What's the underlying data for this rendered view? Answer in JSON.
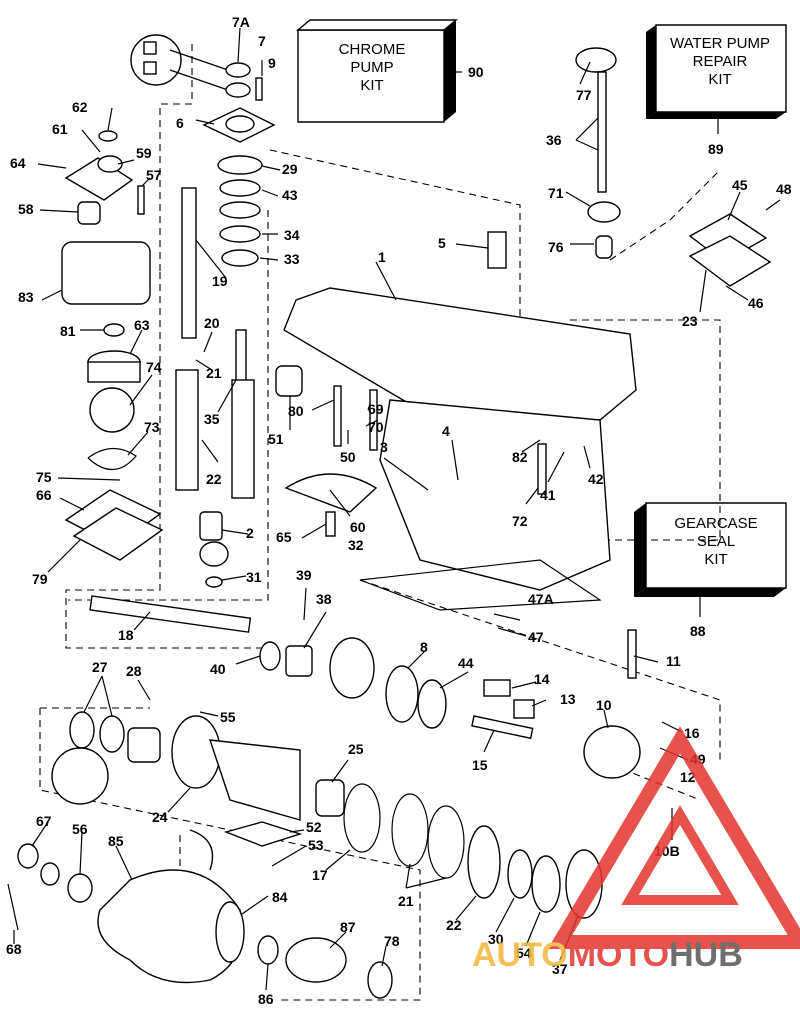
{
  "kits": [
    {
      "lines": [
        "CHROME",
        "PUMP",
        "KIT"
      ],
      "number": "90"
    },
    {
      "lines": [
        "WATER PUMP",
        "REPAIR",
        "KIT"
      ],
      "number": "89"
    },
    {
      "lines": [
        "GEARCASE",
        "SEAL",
        "KIT"
      ],
      "number": "88"
    }
  ],
  "callouts": [
    "7A",
    "7",
    "9",
    "6",
    "62",
    "61",
    "59",
    "64",
    "57",
    "58",
    "83",
    "81",
    "63",
    "74",
    "73",
    "75",
    "66",
    "79",
    "29",
    "43",
    "34",
    "33",
    "19",
    "20",
    "21",
    "35",
    "22",
    "2",
    "1",
    "5",
    "80",
    "69",
    "70",
    "51",
    "50",
    "3",
    "4",
    "82",
    "42",
    "41",
    "72",
    "65",
    "60",
    "32",
    "31",
    "77",
    "36",
    "71",
    "76",
    "45",
    "48",
    "23",
    "46",
    "39",
    "38",
    "18",
    "40",
    "8",
    "44",
    "47A",
    "47",
    "11",
    "14",
    "13",
    "10",
    "16",
    "49",
    "12",
    "15",
    "27",
    "28",
    "55",
    "25",
    "24",
    "52",
    "53",
    "17",
    "21",
    "22",
    "30",
    "54",
    "37",
    "10B",
    "67",
    "56",
    "85",
    "68",
    "84",
    "86",
    "87",
    "78"
  ],
  "watermark": {
    "part1": "AUTO",
    "part2": "MOTO",
    "part3": "HUB",
    "colors": {
      "auto": "#f2b43a",
      "moto": "#e3352d",
      "hub": "#555555"
    }
  }
}
